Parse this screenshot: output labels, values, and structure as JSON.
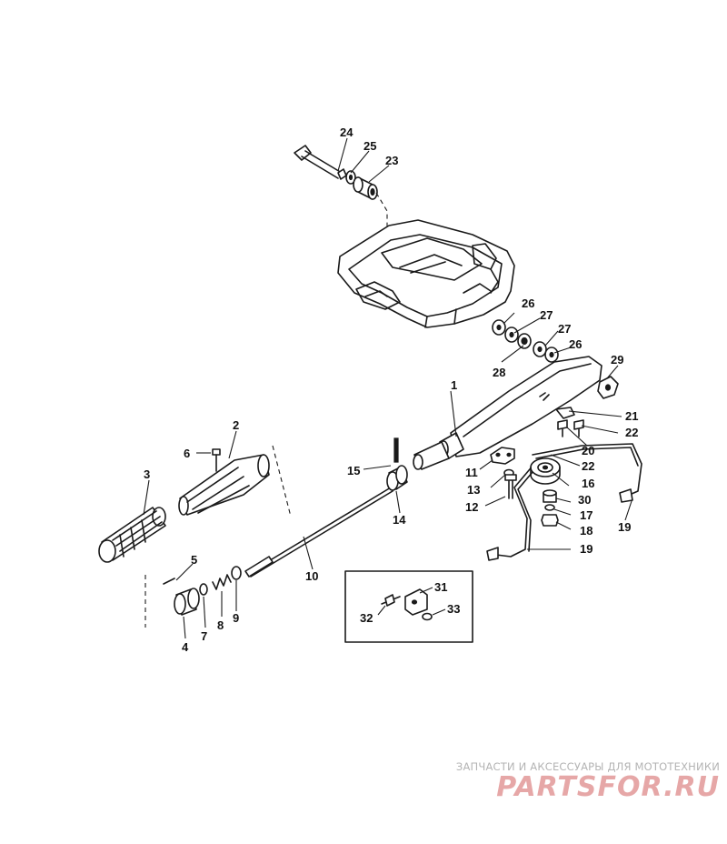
{
  "diagram": {
    "callouts": {
      "c1": "1",
      "c2": "2",
      "c3": "3",
      "c4": "4",
      "c5": "5",
      "c6": "6",
      "c7": "7",
      "c8": "8",
      "c9": "9",
      "c10": "10",
      "c11": "11",
      "c12": "12",
      "c13": "13",
      "c14": "14",
      "c15": "15",
      "c16": "16",
      "c17": "17",
      "c18": "18",
      "c19a": "19",
      "c19b": "19",
      "c20": "20",
      "c21": "21",
      "c22a": "22",
      "c22b": "22",
      "c23": "23",
      "c24": "24",
      "c25": "25",
      "c26a": "26",
      "c26b": "26",
      "c27a": "27",
      "c27b": "27",
      "c28": "28",
      "c29": "29",
      "c30": "30",
      "c31": "31",
      "c32": "32",
      "c33": "33"
    }
  },
  "watermark": {
    "caption": "ЗАПЧАСТИ И АКСЕССУАРЫ ДЛЯ МОТОТЕХНИКИ",
    "logo_text": "PARTSFOR.RU",
    "color": "#e6a7a7"
  }
}
